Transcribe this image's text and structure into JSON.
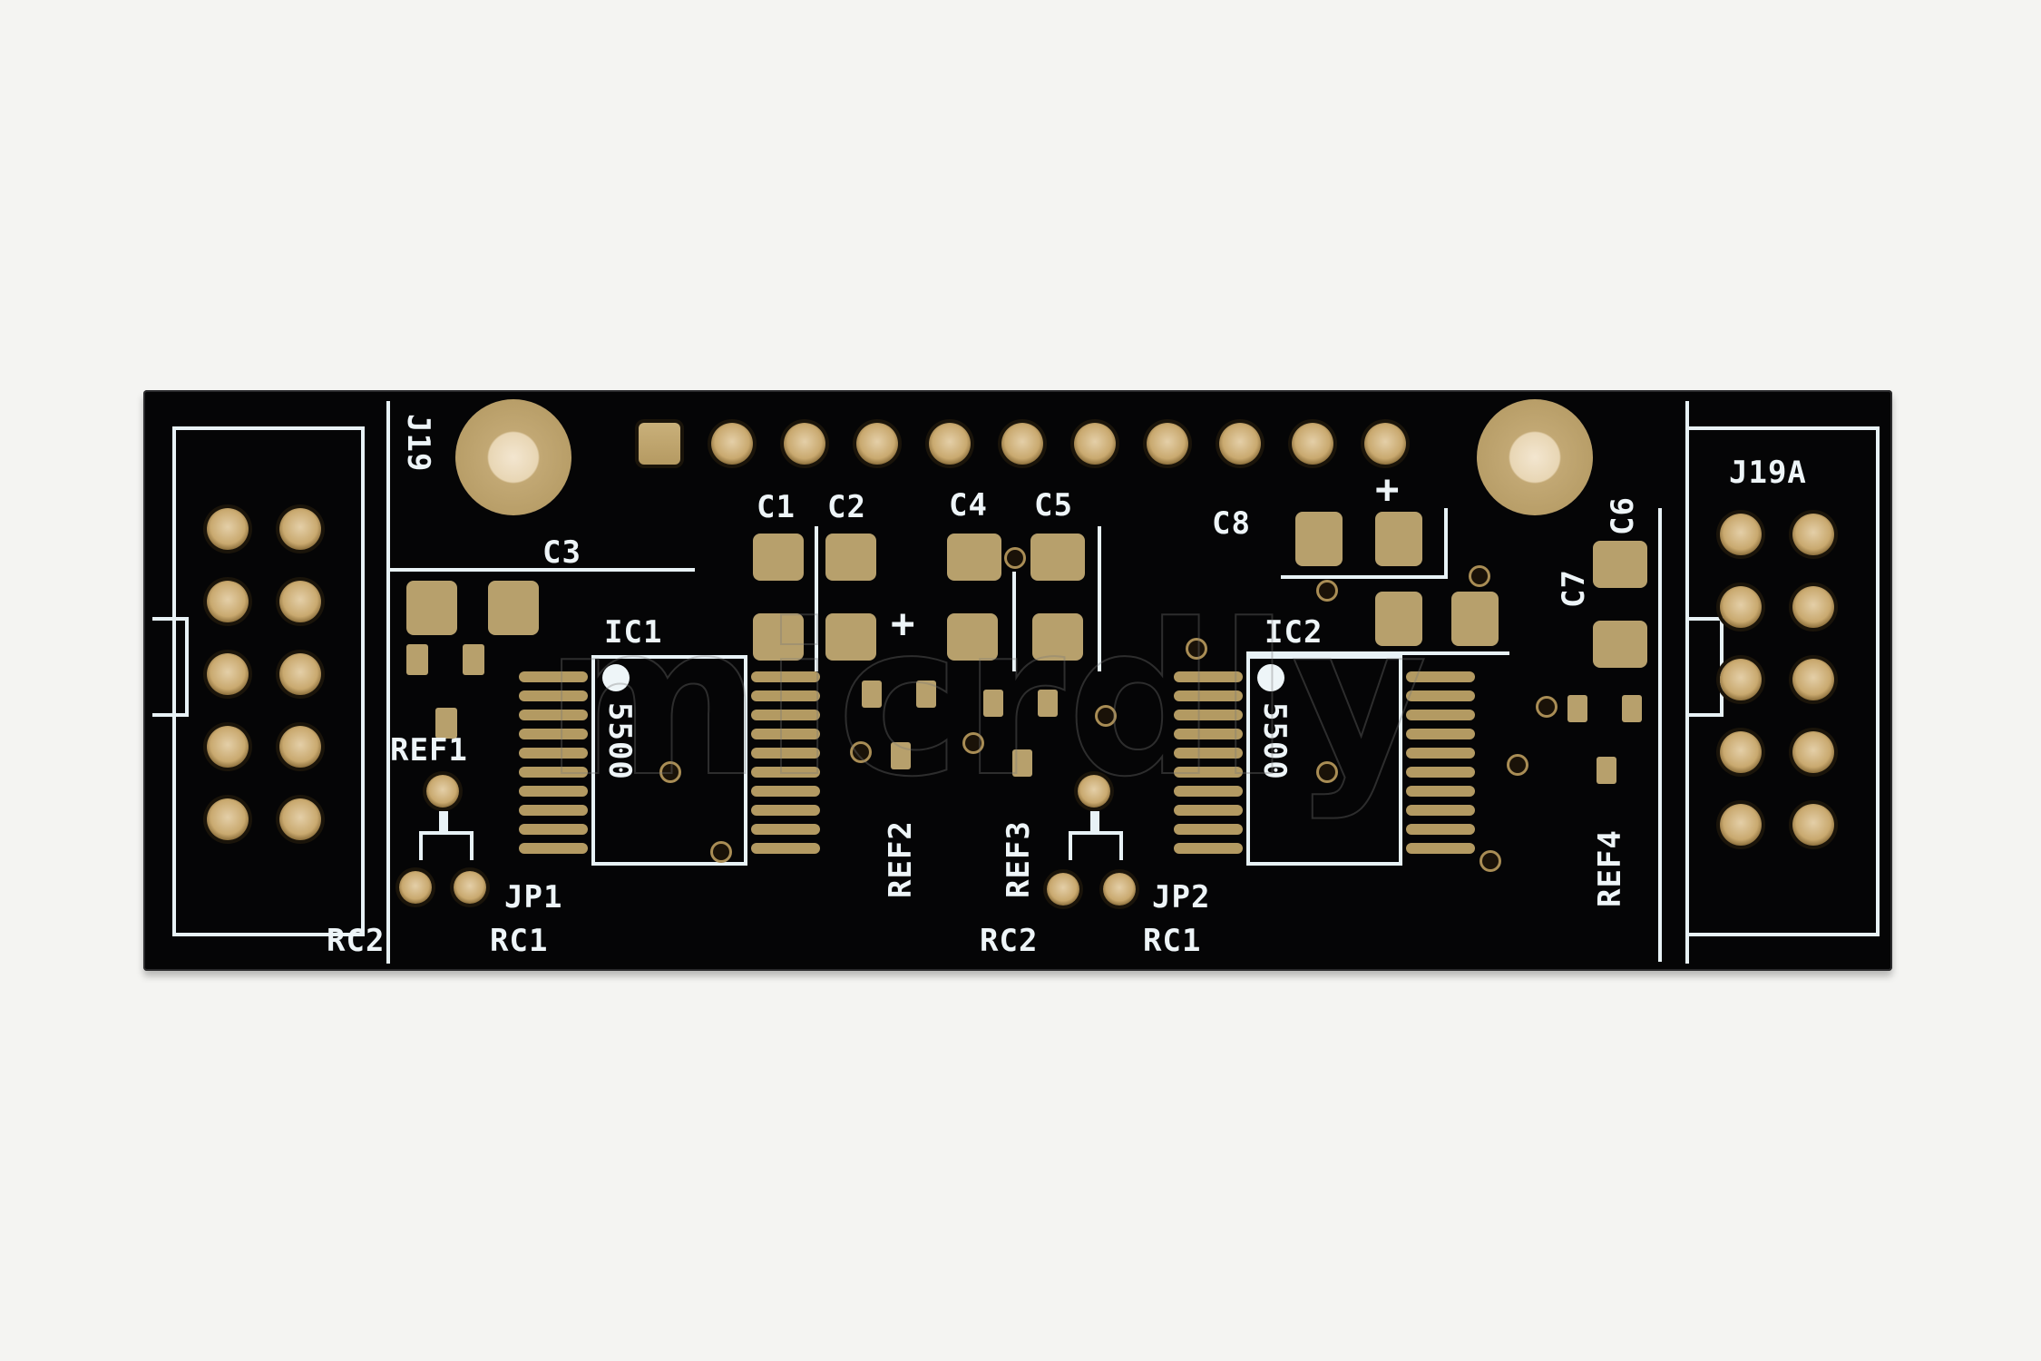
{
  "scene": {
    "type": "photo",
    "subject": "Bare black printed circuit board with gold (ENIG) pads and white silkscreen",
    "background_color": "#f4f4f2",
    "board_color": "#050506",
    "pad_color": "#b7a06c",
    "silkscreen_color": "#eef5f8"
  },
  "watermark": "micrdly",
  "connectors": {
    "left_header": {
      "ref": "J19",
      "pins": 10,
      "layout": "2x5"
    },
    "right_header": {
      "ref": "J19A",
      "pins": 10,
      "layout": "2x5"
    },
    "top_row": {
      "pins": 11
    }
  },
  "ics": [
    {
      "ref": "IC1",
      "marking": "5500"
    },
    {
      "ref": "IC2",
      "marking": "5500"
    }
  ],
  "labels": {
    "j19": "J19",
    "j19a": "J19A",
    "c1": "C1",
    "c2": "C2",
    "c3": "C3",
    "c4": "C4",
    "c5": "C5",
    "c6": "C6",
    "c7": "C7",
    "c8": "C8",
    "ic1": "IC1",
    "ic2": "IC2",
    "ic1_marking": "5500",
    "ic2_marking": "5500",
    "ref1": "REF1",
    "ref2": "REF2",
    "ref3": "REF3",
    "ref4": "REF4",
    "jp1": "JP1",
    "jp2": "JP2",
    "rc2_left": "RC2",
    "rc1_left": "RC1",
    "rc2_mid": "RC2",
    "rc1_mid": "RC1",
    "plus1": "+",
    "plus2": "+"
  }
}
